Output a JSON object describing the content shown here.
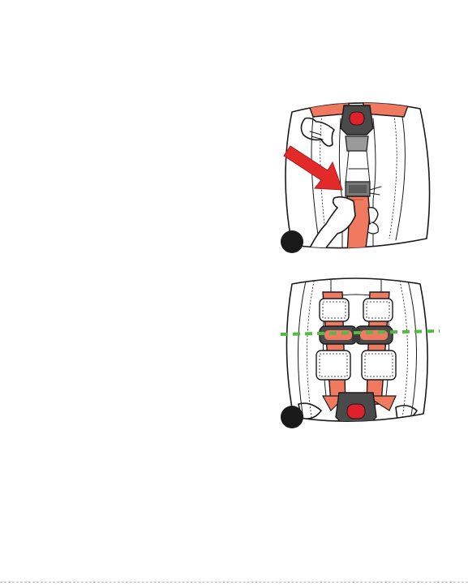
{
  "illustrations": [
    {
      "id": "top",
      "step_marker": "",
      "elements": [
        "chest-clip-buckle",
        "harness-strap",
        "hand-pulling-strap",
        "red-push-arrow"
      ]
    },
    {
      "id": "bottom",
      "step_marker": "",
      "elements": [
        "harness-straps",
        "chest-clip",
        "crotch-buckle",
        "armpit-level-guide-line"
      ]
    }
  ],
  "colors": {
    "strap": "#f07a60",
    "strap_dark": "#d9604a",
    "buckle_body": "#4a4a4a",
    "buckle_button": "#e0202a",
    "clip_grey": "#9a9a9a",
    "arrow": "#e32a2a",
    "guide_line": "#56b845",
    "marker": "#1a1a1a"
  }
}
